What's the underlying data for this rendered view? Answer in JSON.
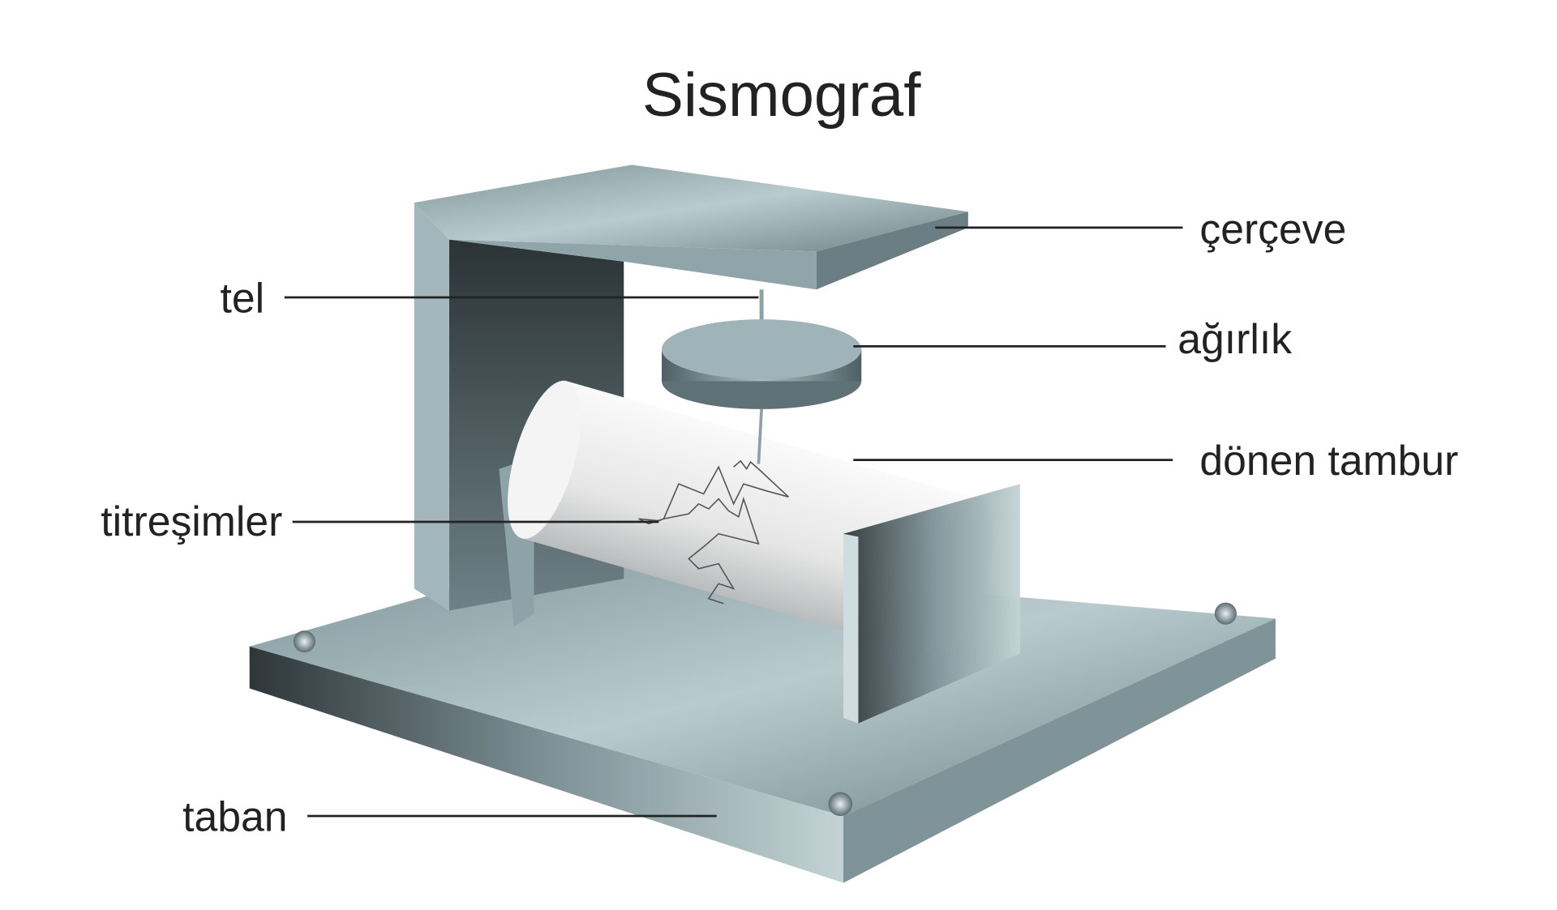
{
  "title": "Sismograf",
  "labels": {
    "frame": "çerçeve",
    "wire": "tel",
    "weight": "ağırlık",
    "drum": "dönen tambur",
    "vibrations": "titreşimler",
    "base": "taban"
  },
  "colors": {
    "metal_light": "#c9dadd",
    "metal_mid": "#8aa1a6",
    "metal_dark": "#3c4a4f",
    "paper": "#eeeeee",
    "text": "#222222"
  }
}
